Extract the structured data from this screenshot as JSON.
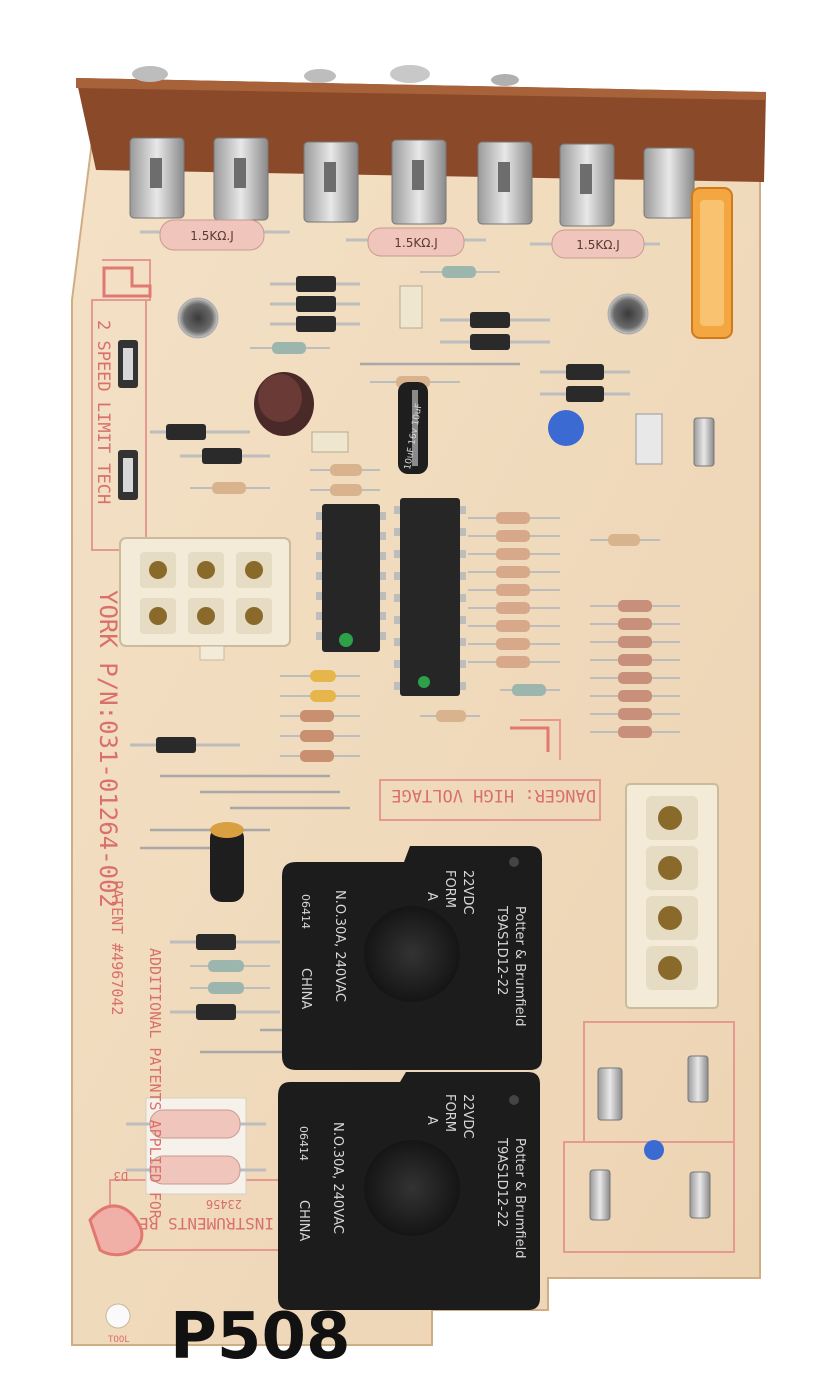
{
  "board": {
    "handwritten_label": "P508",
    "part_number_silk": "YORK P/N:031-01264-002",
    "patent_silk": "PATENT #4967042",
    "additional_silk": "ADDITIONAL PATENTS APPLIED FOR",
    "speed_silk": "2 SPEED LIMIT TECH",
    "danger_silk": "DANGER: HIGH VOLTAGE",
    "rev_silk": "INSTRUMENTS REV-A",
    "code_silk": "23456",
    "d3_label": "D3",
    "tool_label": "TOOL",
    "resistor_labels": [
      "1.5KΩ.J",
      "1.5KΩ.J",
      "1.5KΩ.J"
    ],
    "capacitor_label": "10uF 16v 10uF",
    "relays": [
      {
        "brand": "Potter & Brumfield",
        "model": "T9AS1D12-22",
        "voltage": "22VDC",
        "form": "FORM",
        "form_letter": "A",
        "rating": "N.O.30A, 240VAC",
        "lot": "06414",
        "origin": "CHINA"
      },
      {
        "brand": "Potter & Brumfield",
        "model": "T9AS1D12-22",
        "voltage": "22VDC",
        "form": "FORM",
        "form_letter": "A",
        "rating": "N.O.30A, 240VAC",
        "lot": "06414",
        "origin": "CHINA"
      }
    ],
    "colors": {
      "pcb": "#f1dcc0",
      "silkscreen": "#d9706a",
      "terminal_strip": "#8a4a2a",
      "relay": "#1c1c1c",
      "fuse": "#f4a640",
      "connector": "#f3ead8"
    }
  }
}
